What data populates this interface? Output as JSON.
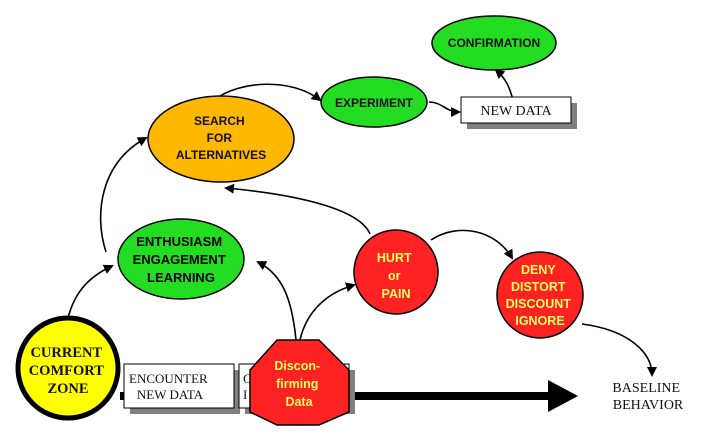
{
  "nodes": {
    "current_comfort_zone": {
      "lines": [
        "CURRENT",
        "COMFORT",
        "ZONE"
      ],
      "fill": "#ffff00"
    },
    "enthusiasm": {
      "lines": [
        "ENTHUSIASM",
        "ENGAGEMENT",
        "LEARNING"
      ],
      "fill": "#22dd22"
    },
    "search": {
      "lines": [
        "SEARCH",
        "FOR",
        "ALTERNATIVES"
      ],
      "fill": "#ffb800"
    },
    "experiment": {
      "label": "EXPERIMENT",
      "fill": "#22dd22"
    },
    "new_data": {
      "label": "NEW DATA"
    },
    "confirmation": {
      "label": "CONFIRMATION",
      "fill": "#22dd22"
    },
    "hurt": {
      "lines": [
        "HURT",
        "or",
        "PAIN"
      ],
      "fill": "#ff2222"
    },
    "deny": {
      "lines": [
        "DENY",
        "DISTORT",
        "DISCOUNT",
        "IGNORE"
      ],
      "fill": "#ff2222"
    },
    "disconfirming": {
      "lines": [
        "Discon-",
        "firming",
        "Data"
      ],
      "fill": "#ff2222"
    },
    "encounter": {
      "lines": [
        "ENCOUNTER",
        "NEW DATA"
      ]
    },
    "hidden_box": {
      "lines": [
        "C",
        "I"
      ]
    },
    "baseline": {
      "lines": [
        "BASELINE",
        "BEHAVIOR"
      ]
    }
  },
  "colors": {
    "text_dark": "#111111",
    "text_yellow": "#ffff66",
    "outline": "#000000"
  }
}
